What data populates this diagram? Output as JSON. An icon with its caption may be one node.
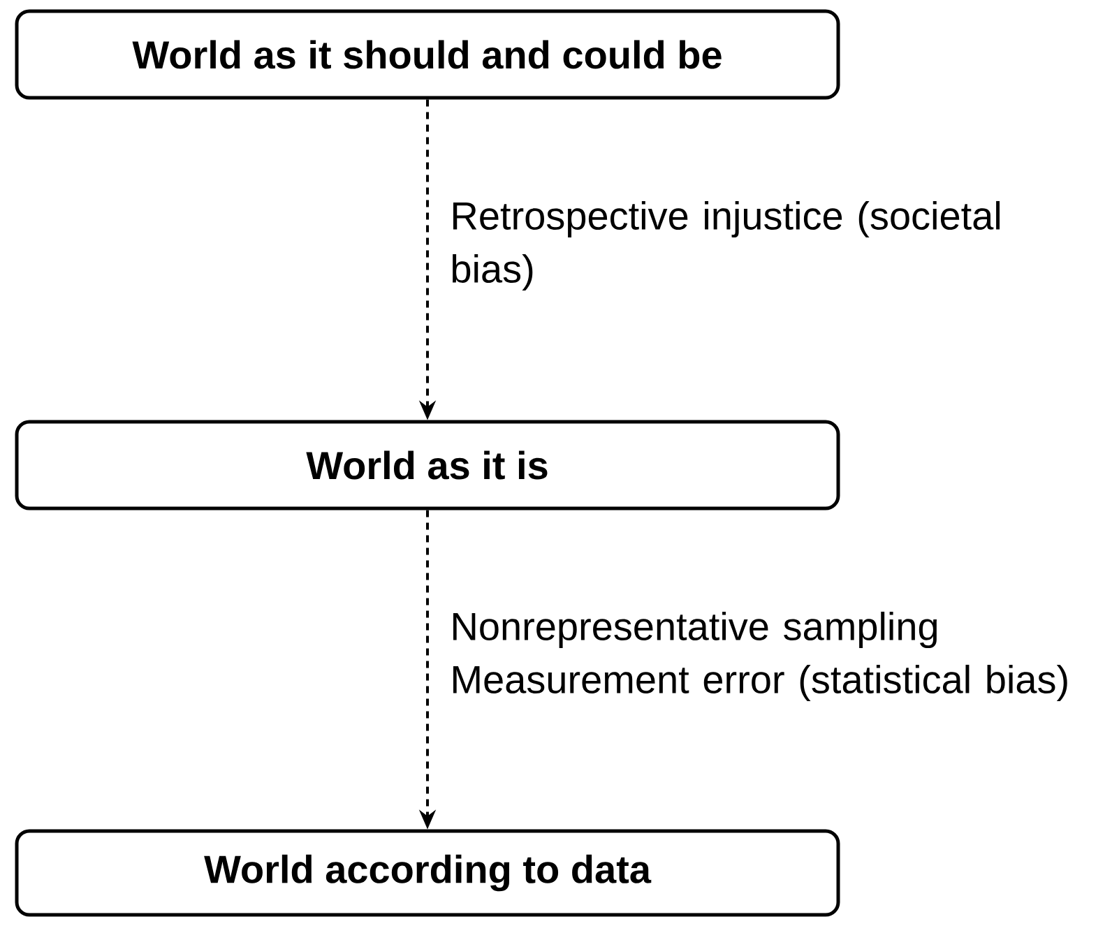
{
  "diagram": {
    "nodes": [
      {
        "text": [
          "World as it should and could be"
        ]
      },
      {
        "text": [
          "World as it is"
        ]
      },
      {
        "text": [
          "World according to data"
        ]
      }
    ],
    "edges": [
      {
        "from": 0,
        "to": 1,
        "arrow": "to",
        "style": "dashed",
        "label": "Retrospective injustice (societal bias)"
      },
      {
        "from": 1,
        "to": 2,
        "arrow": "to",
        "style": "dashed",
        "label": "Nonrepresentative sampling Measurement error (statistical bias)"
      }
    ]
  }
}
